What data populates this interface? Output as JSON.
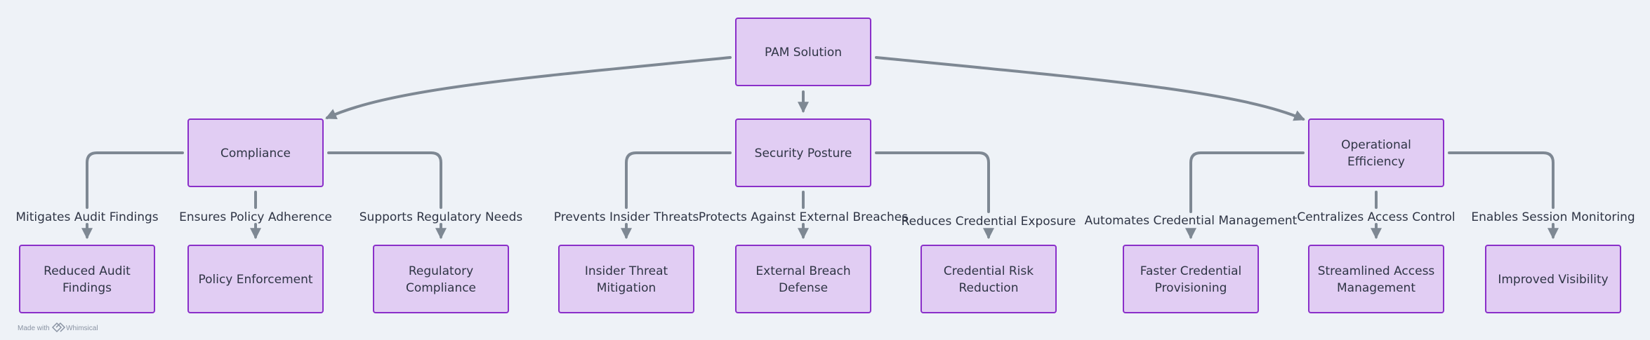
{
  "colors": {
    "background": "#eef2f7",
    "node_fill": "#e1cdf3",
    "node_stroke": "#8a2fc9",
    "edge": "#7e8893",
    "text": "#2f3545"
  },
  "nodes": {
    "root": {
      "lines": [
        "PAM Solution"
      ]
    },
    "compliance": {
      "lines": [
        "Compliance"
      ]
    },
    "security": {
      "lines": [
        "Security Posture"
      ]
    },
    "operational": {
      "lines": [
        "Operational",
        "Efficiency"
      ]
    },
    "reduced_audit": {
      "lines": [
        "Reduced Audit",
        "Findings"
      ]
    },
    "policy_enforcement": {
      "lines": [
        "Policy Enforcement"
      ]
    },
    "regulatory_compliance": {
      "lines": [
        "Regulatory",
        "Compliance"
      ]
    },
    "insider_mitigation": {
      "lines": [
        "Insider Threat",
        "Mitigation"
      ]
    },
    "external_defense": {
      "lines": [
        "External Breach",
        "Defense"
      ]
    },
    "credential_risk": {
      "lines": [
        "Credential Risk",
        "Reduction"
      ]
    },
    "faster_provisioning": {
      "lines": [
        "Faster Credential",
        "Provisioning"
      ]
    },
    "streamlined_access": {
      "lines": [
        "Streamlined Access",
        "Management"
      ]
    },
    "improved_visibility": {
      "lines": [
        "Improved Visibility"
      ]
    }
  },
  "edge_labels": {
    "mitigates_audit": "Mitigates Audit Findings",
    "ensures_policy": "Ensures Policy Adherence",
    "supports_regulatory": "Supports Regulatory Needs",
    "prevents_insider": "Prevents Insider Threats",
    "protects_external": "Protects Against External Breaches",
    "reduces_credential": "Reduces Credential Exposure",
    "automates_credential": "Automates Credential Management",
    "centralizes_access": "Centralizes Access Control",
    "enables_session": "Enables Session Monitoring"
  },
  "watermark": {
    "prefix": "Made with",
    "brand": "Whimsical"
  }
}
